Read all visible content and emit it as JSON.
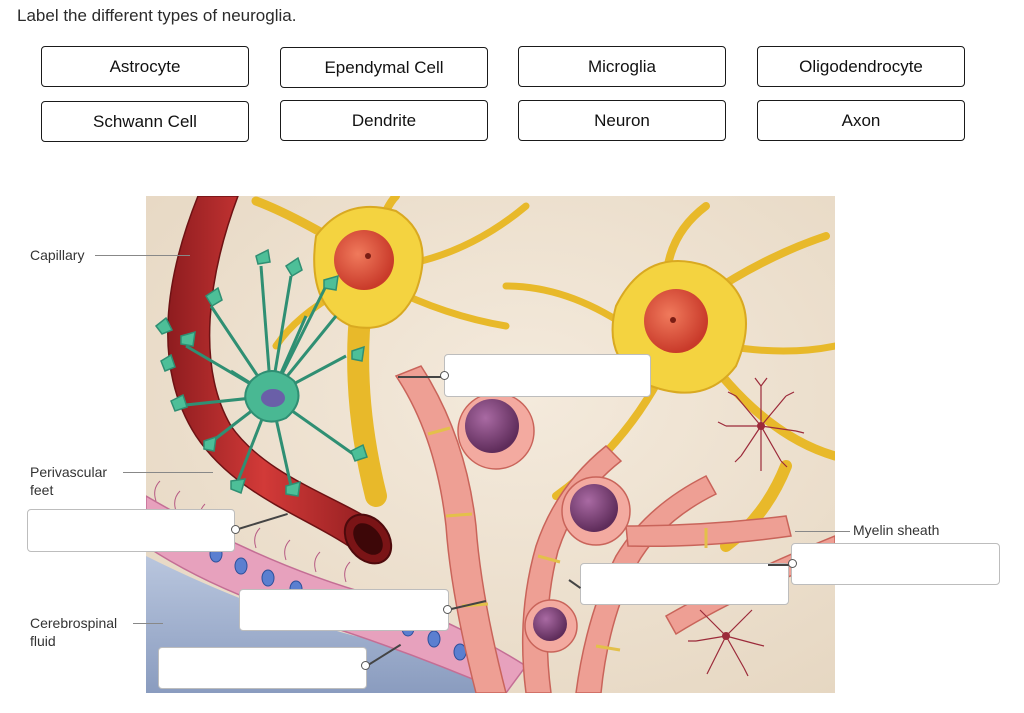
{
  "question": {
    "prompt": "Label the different types of neuroglia."
  },
  "label_bank": [
    "Astrocyte",
    "Ependymal Cell",
    "Microglia",
    "Oligodendrocyte",
    "Schwann Cell",
    "Dendrite",
    "Neuron",
    "Axon"
  ],
  "figure_labels": {
    "capillary": "Capillary",
    "perivascular_feet": "Perivascular feet",
    "cerebrospinal_fluid": "Cerebrospinal fluid",
    "myelin_sheath": "Myelin sheath"
  },
  "drop_zones": [
    {
      "id": "zone-1",
      "value": ""
    },
    {
      "id": "zone-2",
      "value": ""
    },
    {
      "id": "zone-3",
      "value": ""
    },
    {
      "id": "zone-4",
      "value": ""
    },
    {
      "id": "zone-5",
      "value": ""
    },
    {
      "id": "zone-6",
      "value": ""
    }
  ],
  "colors": {
    "capillary": "#b8262a",
    "astrocyte": "#3bab8a",
    "neuron": "#f3cf3a",
    "nucleus": "#e0503a",
    "oligodendrocyte": "#e98f86",
    "oligo_nucleus": "#7b3d74",
    "ependymal": "#d98ab0",
    "csf": "#a9b8d3"
  }
}
